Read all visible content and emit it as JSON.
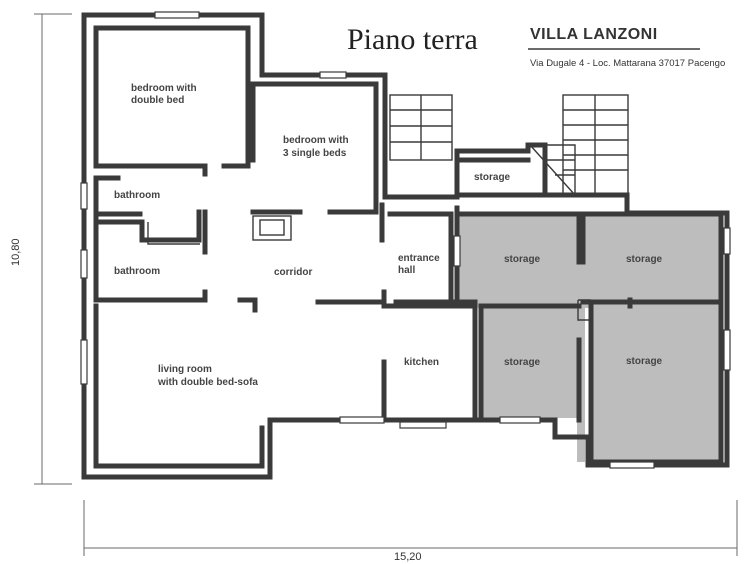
{
  "header": {
    "title": "Piano terra",
    "villa_name": "VILLA LANZONI",
    "address": "Via Dugale 4 - Loc. Mattarana 37017 Pacengo"
  },
  "dimensions": {
    "width": "15,20",
    "height": "10,80"
  },
  "rooms": {
    "bedroom_double": [
      "bedroom with",
      "double bed"
    ],
    "bedroom_single": [
      "bedroom with",
      "3 single beds"
    ],
    "bathroom_top": "bathroom",
    "bathroom_bottom": "bathroom",
    "corridor": "corridor",
    "entrance": [
      "entrance",
      "hall"
    ],
    "storage_upper": "storage",
    "storage_a": "storage",
    "storage_b": "storage",
    "storage_c": "storage",
    "storage_d": "storage",
    "living": [
      "living room",
      "with double bed-sofa"
    ],
    "kitchen": "kitchen"
  },
  "colors": {
    "walls": "#3a3a3a",
    "storage_fill": "#bdbdbd"
  }
}
